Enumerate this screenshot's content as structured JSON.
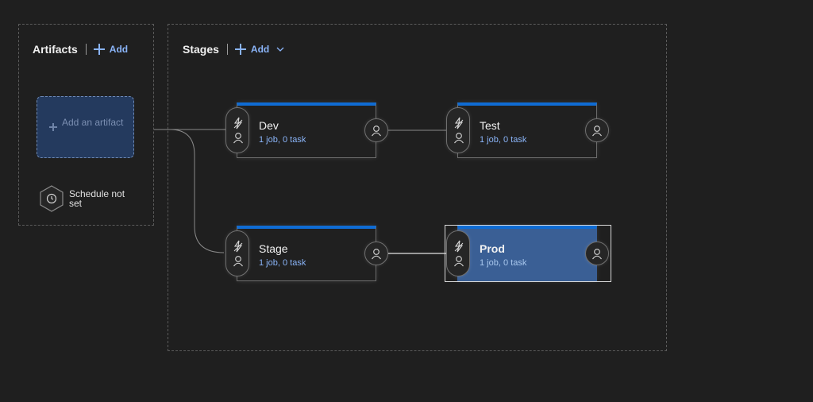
{
  "artifacts": {
    "title": "Artifacts",
    "add_label": "Add",
    "add_artifact_label": "Add an artifact",
    "schedule_label": "Schedule not set"
  },
  "stages_panel": {
    "title": "Stages",
    "add_label": "Add"
  },
  "stages": [
    {
      "name": "Dev",
      "summary": "1 job, 0 task",
      "selected": false
    },
    {
      "name": "Test",
      "summary": "1 job, 0 task",
      "selected": false
    },
    {
      "name": "Stage",
      "summary": "1 job, 0 task",
      "selected": false
    },
    {
      "name": "Prod",
      "summary": "1 job, 0 task",
      "selected": true
    }
  ],
  "icons": {
    "pre_deployment_trigger": "lightning-icon",
    "pre_deployment_approver": "person-icon",
    "post_deployment_approver": "person-icon",
    "schedule": "clock-icon",
    "add": "plus-icon",
    "dropdown": "chevron-down-icon"
  },
  "colors": {
    "background": "#1f1f1f",
    "accent": "#0f6cd4",
    "link": "#8ab4f8",
    "selected_stage": "#3a5f95"
  }
}
